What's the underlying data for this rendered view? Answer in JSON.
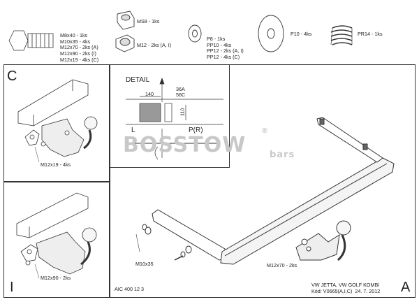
{
  "parts": {
    "bolts": [
      "M8x40 - 1ks",
      "M10x35 - 4ks",
      "M12x70 - 2ks (A)",
      "M12x90 - 2ks (I)",
      "M12x19 - 4ks (C)"
    ],
    "nut_m8": "MS8 - 1ks",
    "nut_m12": "M12 - 2ks (A, I)",
    "washers": [
      "P8 - 1ks",
      "PP10 - 4ks",
      "PP12 - 2ks (A, I)",
      "PP12 - 4ks (C)"
    ],
    "large_washer": "P10 - 4ks",
    "spring_washer": "PR14 - 1ks"
  },
  "panels": {
    "c_letter": "C",
    "c_bolt": "M12x19 - 4ks",
    "i_letter": "I",
    "i_bolt": "M12x90 - 2ks",
    "a_letter": "A"
  },
  "detail": {
    "title": "DETAIL",
    "dim_140": "140",
    "dim_36": "36A",
    "dim_56": "56C",
    "dim_110": "110",
    "label_l": "L",
    "label_p": "P(R)"
  },
  "watermark": {
    "brand": "BOSSTOW",
    "suffix": "bars",
    "reg": "®"
  },
  "main": {
    "bolt_m10": "M10x35",
    "bolt_m12": "M12x70 - 2ks"
  },
  "footer": {
    "code": "AIC 400 12 3",
    "vehicle": "VW JETTA, VW GOLF KOMBI",
    "kod": "Kód: V0665(A,I,C)  24. 7. 2012"
  }
}
